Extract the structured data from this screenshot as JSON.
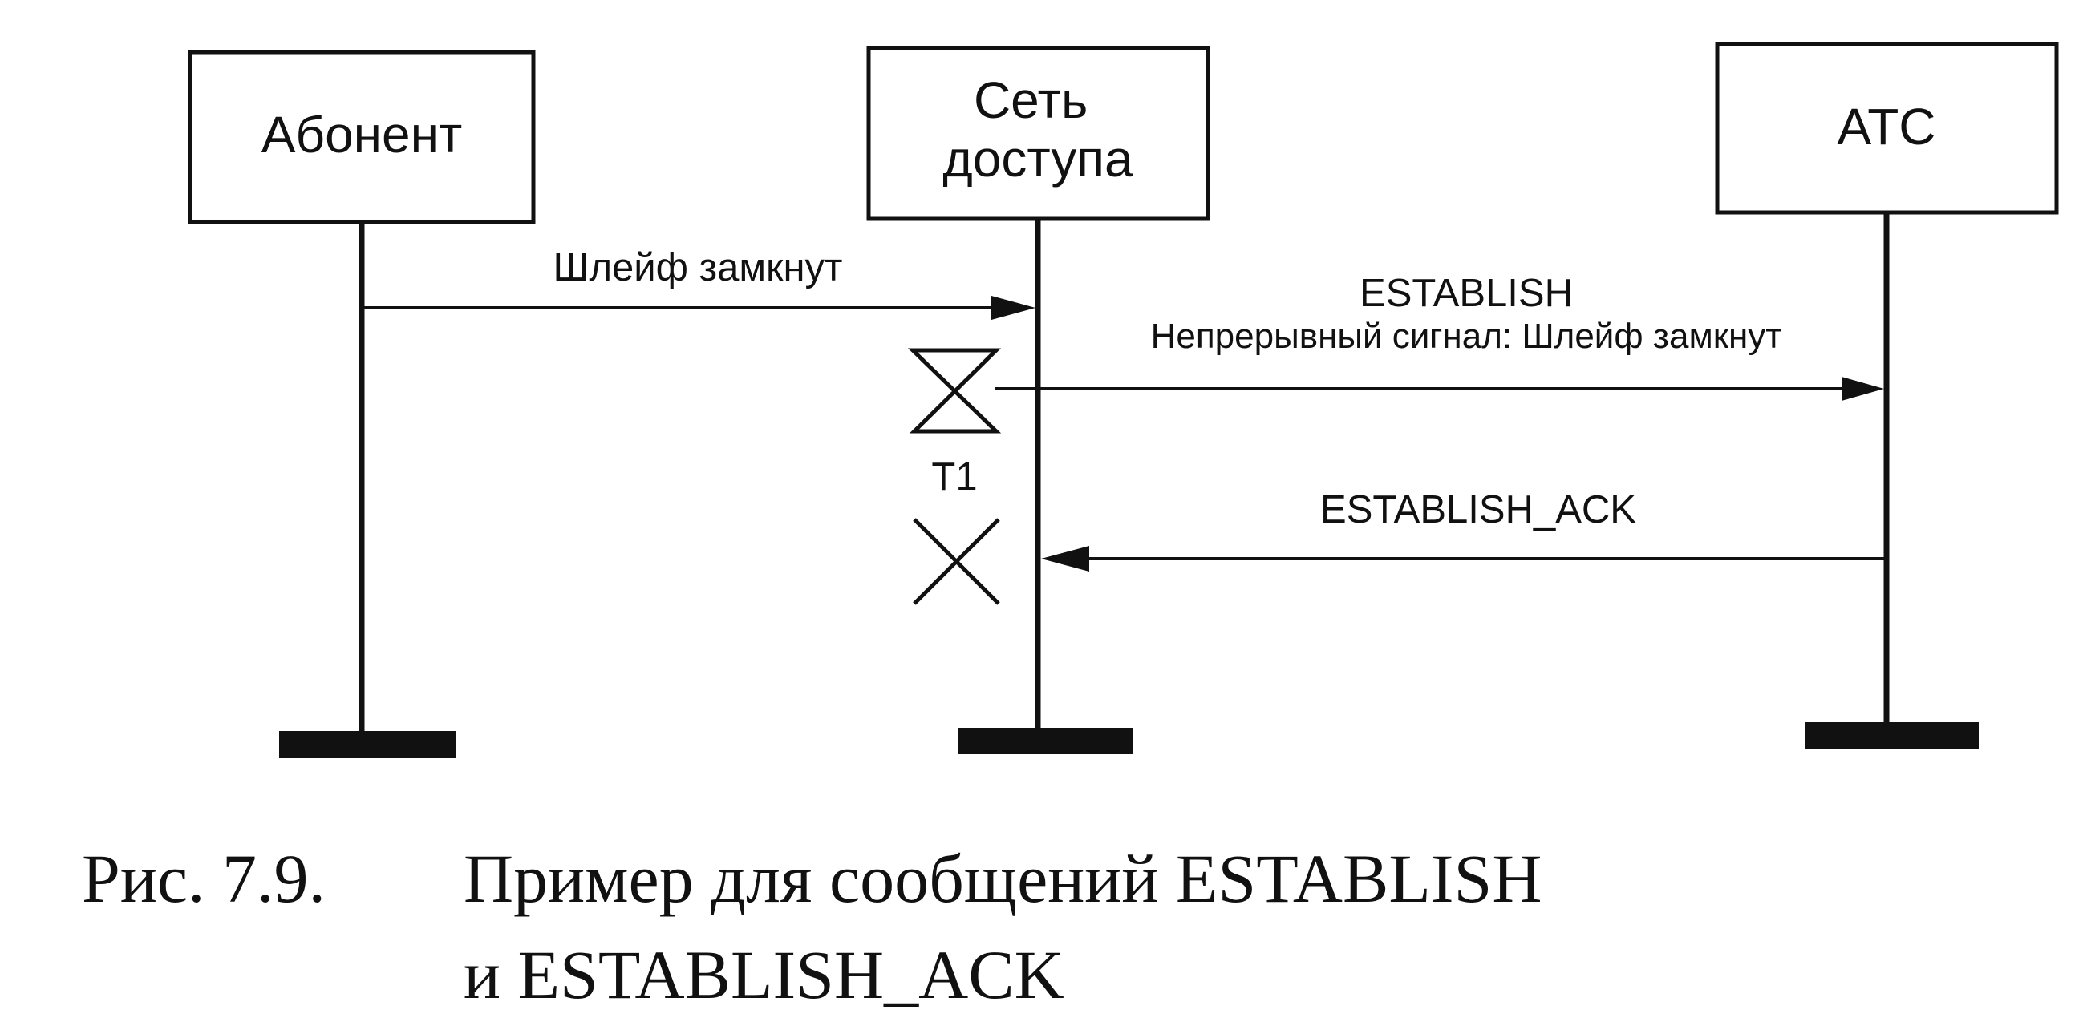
{
  "entities": {
    "subscriber": {
      "label_lines": [
        "Абонент"
      ]
    },
    "access_network": {
      "label_lines": [
        "Сеть",
        "доступа"
      ]
    },
    "exchange": {
      "label_lines": [
        "АТС"
      ]
    }
  },
  "messages": {
    "loop_closed": {
      "label": "Шлейф замкнут"
    },
    "establish": {
      "label": "ESTABLISH",
      "sublabel": "Непрерывный сигнал: Шлейф замкнут"
    },
    "establish_ack": {
      "label": "ESTABLISH_ACK"
    }
  },
  "timer": {
    "label": "T1"
  },
  "caption": {
    "number": "Рис. 7.9.",
    "line1": "Пример для сообщений ESTABLISH",
    "line2": "и ESTABLISH_ACK"
  },
  "colors": {
    "ink": "#111111",
    "background": "#ffffff"
  }
}
